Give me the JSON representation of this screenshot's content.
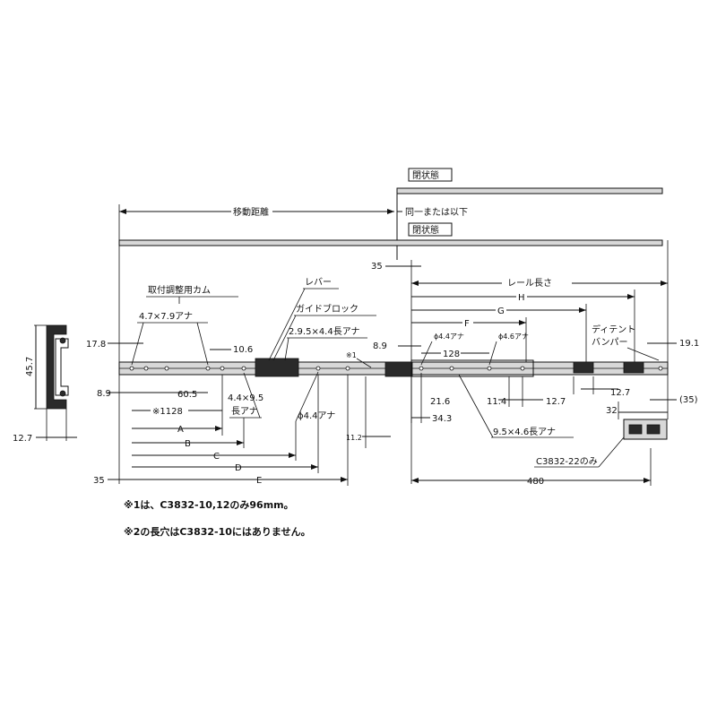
{
  "labels": {
    "closed_state_top": "閉状態",
    "closed_state_bottom": "閉状態",
    "travel_distance": "移動距離",
    "same_or_less": "同一または以下",
    "rail_length": "レール長さ",
    "lever": "レバー",
    "guide_block": "ガイドブロック",
    "mounting_cam": "取付調整用カム",
    "hole_47x79": "4.7×7.9アナ",
    "slot_29x44": "2.9.5×4.4長アナ",
    "slot_44x95": "4.4×9.5",
    "long_hole": "長アナ",
    "hole_44": "ϕ4.4アナ",
    "hole_44_b": "ϕ4.4アナ",
    "hole_46": "ϕ4.6アナ",
    "slot_95x46": "9.5×4.6長アナ",
    "detent": "ディテント",
    "bumper": "バンパー",
    "note_mark": "※1",
    "c3832_22_only": "C3832-22のみ"
  },
  "dims": {
    "d35_top": "35",
    "d35_left": "35",
    "H": "H",
    "G": "G",
    "F": "F",
    "d19_1": "19.1",
    "d17_8": "17.8",
    "d8_9_left": "8.9",
    "d8_9_mid": "8.9",
    "d10_6": "10.6",
    "d60_5": "60.5",
    "d128_note": "※1128",
    "d128_mid": "128",
    "A": "A",
    "B": "B",
    "C": "C",
    "D": "D",
    "E": "E",
    "d11_2": "11.2",
    "d21_6": "21.6",
    "d34_3": "34.3",
    "d11_4": "11.4",
    "d12_7_mid": "12.7",
    "d12_7_right": "12.7",
    "d32": "32",
    "d35_paren": "(35)",
    "d480": "480",
    "d45_7": "45.7",
    "d12_7_left": "12.7"
  },
  "notes": {
    "note1": "※1は、C3832-10,12のみ96mm。",
    "note2": "※2の長穴はC3832-10にはありません。"
  }
}
